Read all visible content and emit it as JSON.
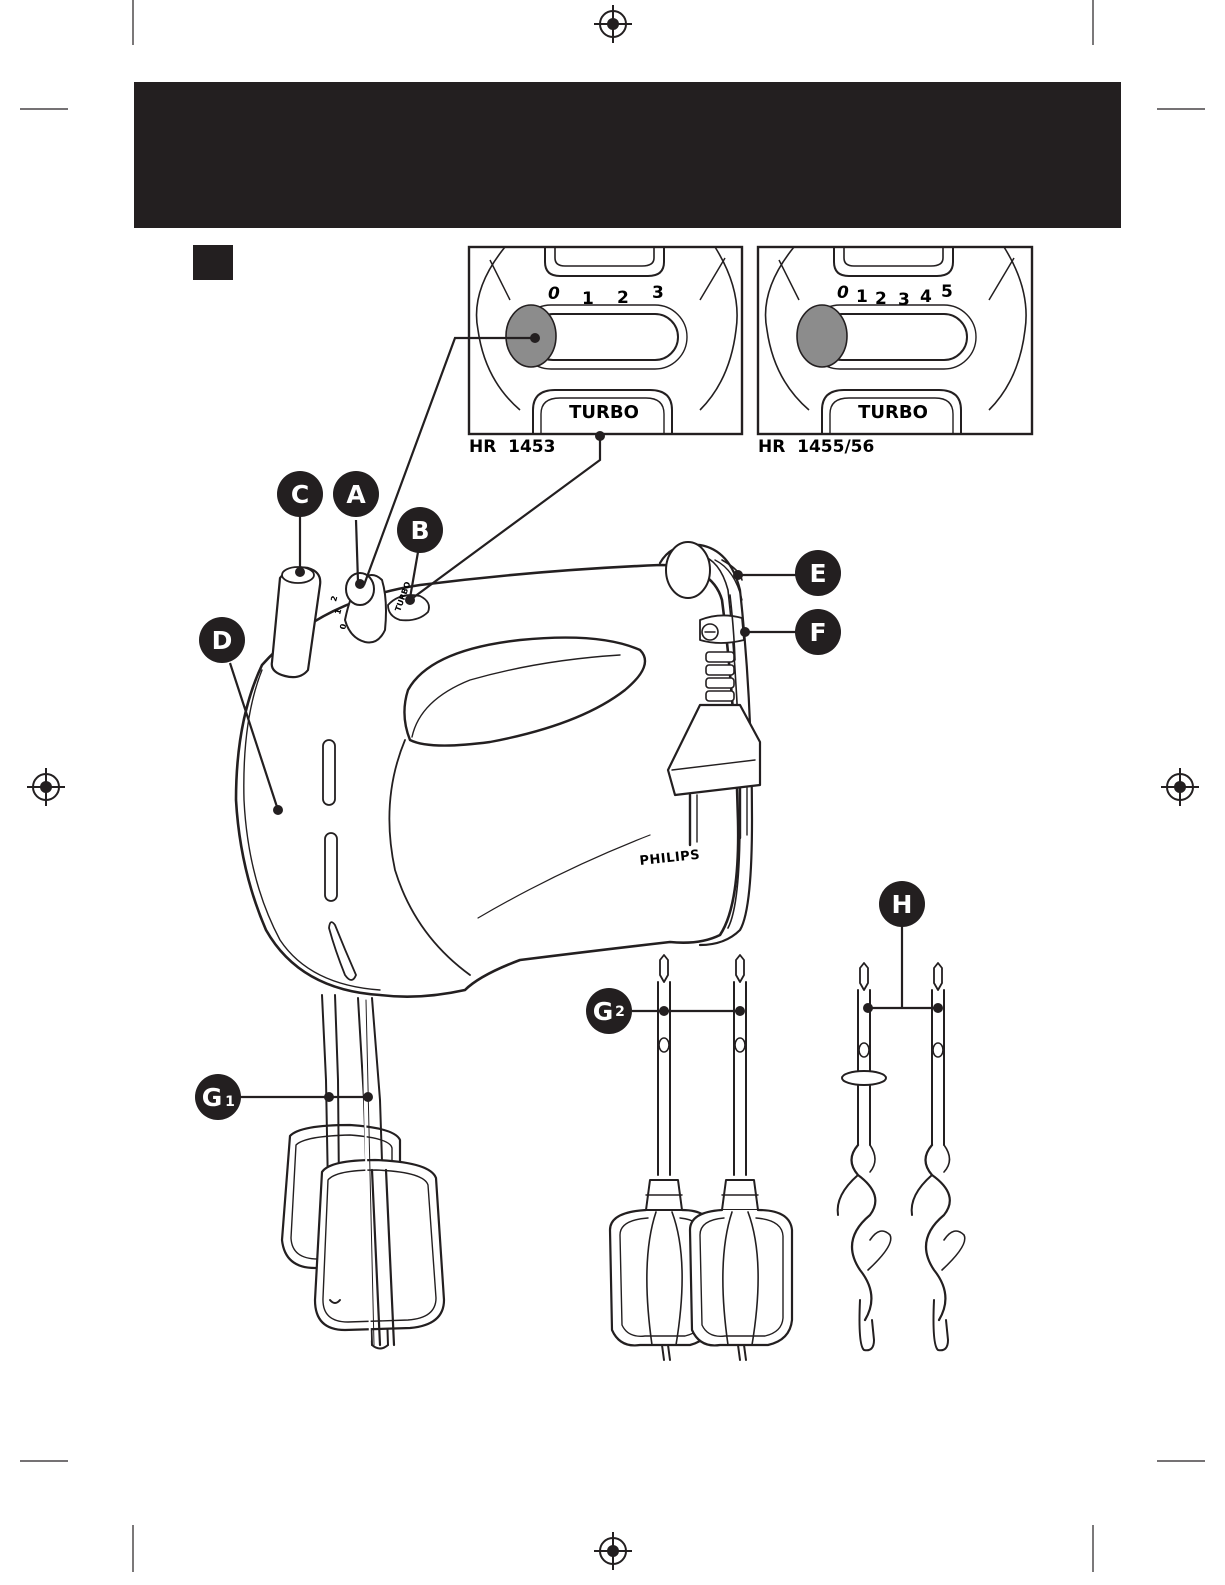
{
  "figure": {
    "section_marker": "",
    "inset_1453": {
      "model": "HR  1453",
      "speeds": [
        "0",
        "1",
        "2",
        "3"
      ],
      "button": "TURBO"
    },
    "inset_1455": {
      "model": "HR  1455/56",
      "speeds": [
        "0",
        "1",
        "2",
        "3",
        "4",
        "5"
      ],
      "button": "TURBO"
    },
    "brand": "PHILIPS",
    "switch_marks": [
      "0",
      "1",
      "2"
    ],
    "turbo_mark": "TURBO",
    "callouts": {
      "A": "A",
      "B": "B",
      "C": "C",
      "D": "D",
      "E": "E",
      "F": "F",
      "G": "G",
      "G1_sub": "1",
      "G2_sub": "2",
      "H": "H"
    }
  },
  "colors": {
    "header_bar": "#231f20",
    "line": "#231f20",
    "switch_fill": "#8c8c8c",
    "background": "#ffffff"
  }
}
